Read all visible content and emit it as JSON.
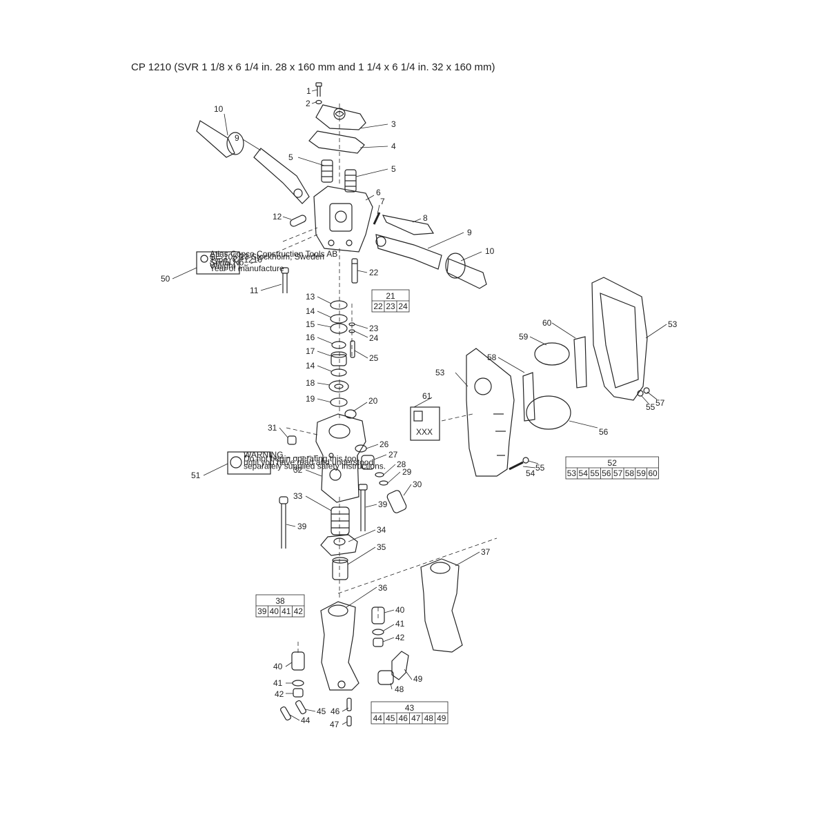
{
  "title": "CP 1210 (SVR 1 1/8  x 6 1/4  in. 28 x 160 mm and 1 1/4  x 6 1/4  in. 32 x 160 mm)",
  "callouts": [
    "1",
    "2",
    "3",
    "4",
    "5",
    "5",
    "6",
    "7",
    "8",
    "9",
    "9",
    "10",
    "10",
    "11",
    "12",
    "13",
    "14",
    "15",
    "16",
    "17",
    "14",
    "18",
    "19",
    "20",
    "22",
    "23",
    "24",
    "25",
    "26",
    "27",
    "28",
    "29",
    "30",
    "31",
    "32",
    "33",
    "34",
    "35",
    "36",
    "37",
    "39",
    "39",
    "40",
    "41",
    "42",
    "40",
    "41",
    "42",
    "44",
    "45",
    "46",
    "47",
    "48",
    "49",
    "50",
    "51",
    "53",
    "53",
    "54",
    "55",
    "55",
    "56",
    "57",
    "58",
    "59",
    "60",
    "61"
  ],
  "kits": [
    {
      "id": "21",
      "parts": [
        "22",
        "23",
        "24"
      ]
    },
    {
      "id": "52",
      "parts": [
        "53",
        "54",
        "55",
        "56",
        "57",
        "58",
        "59",
        "60"
      ]
    },
    {
      "id": "38",
      "parts": [
        "39",
        "40",
        "41",
        "42"
      ]
    },
    {
      "id": "43",
      "parts": [
        "44",
        "45",
        "46",
        "47",
        "48",
        "49"
      ]
    }
  ],
  "decal_50_text": [
    "Atlas Copco Construction Tools AB",
    "SE-105 23 Stockholm, Sweden",
    "Type: CP1210",
    "Serial No.",
    "Weight",
    "Year of manufacture"
  ],
  "decal_51_text": [
    "WARNING",
    "Do not begin operating this tool",
    "until you have read and understood",
    "separately supplied safety instructions."
  ],
  "label_61_text": [
    "XXX"
  ]
}
